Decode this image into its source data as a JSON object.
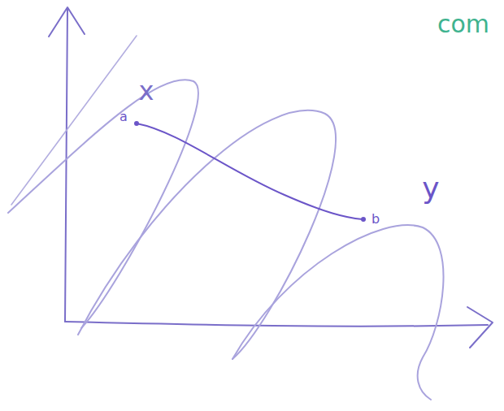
{
  "diagram": {
    "labels": [
      "x",
      "y",
      "com",
      "a",
      "b"
    ]
  }
}
